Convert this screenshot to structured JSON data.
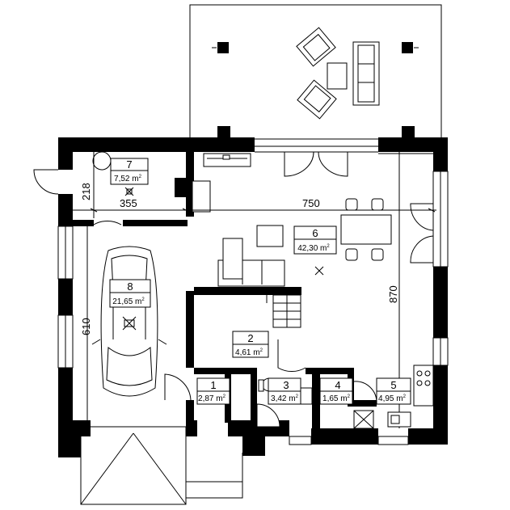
{
  "rooms": [
    {
      "number": "1",
      "area": "2,87 m",
      "sup": "2"
    },
    {
      "number": "2",
      "area": "4,61 m",
      "sup": "2"
    },
    {
      "number": "3",
      "area": "3,42 m",
      "sup": "2"
    },
    {
      "number": "4",
      "area": "1,65 m",
      "sup": "2"
    },
    {
      "number": "5",
      "area": "4,95 m",
      "sup": "2"
    },
    {
      "number": "6",
      "area": "42,30 m",
      "sup": "2"
    },
    {
      "number": "7",
      "area": "7,52 m",
      "sup": "2"
    },
    {
      "number": "8",
      "area": "21,65 m",
      "sup": "2"
    }
  ],
  "dimensions": {
    "d218": "218",
    "d355": "355",
    "d750": "750",
    "d870": "870",
    "d610": "610"
  }
}
